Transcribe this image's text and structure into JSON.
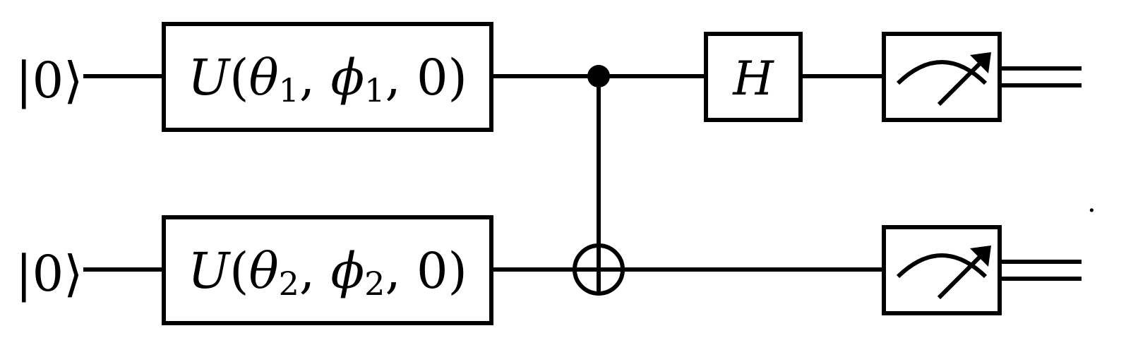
{
  "circuit": {
    "qubits": [
      {
        "input_state": "|0⟩",
        "gate": {
          "name": "U",
          "open": "(",
          "theta": "θ",
          "theta_sub": "1",
          "sep1": ", ",
          "phi": "ϕ",
          "phi_sub": "1",
          "sep2": ", ",
          "last": "0",
          "close": ")"
        }
      },
      {
        "input_state": "|0⟩",
        "gate": {
          "name": "U",
          "open": "(",
          "theta": "θ",
          "theta_sub": "2",
          "sep1": ", ",
          "phi": "ϕ",
          "phi_sub": "2",
          "sep2": ", ",
          "last": "0",
          "close": ")"
        }
      }
    ],
    "cnot": {
      "control_qubit": 1,
      "target_qubit": 2
    },
    "hadamard": {
      "label": "H",
      "qubit": 1
    },
    "measurements": [
      {
        "qubit": 1,
        "icon": "meter-icon"
      },
      {
        "qubit": 2,
        "icon": "meter-icon"
      }
    ],
    "trailing_mark": "."
  }
}
